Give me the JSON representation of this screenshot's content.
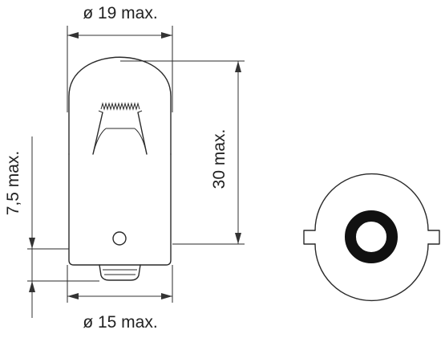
{
  "dimensions": {
    "top_diameter": "ø 19 max.",
    "bottom_diameter": "ø 15 max.",
    "height": "30 max.",
    "base_height": "7,5 max."
  },
  "colors": {
    "line": "#2a2a2a",
    "background": "#ffffff"
  }
}
